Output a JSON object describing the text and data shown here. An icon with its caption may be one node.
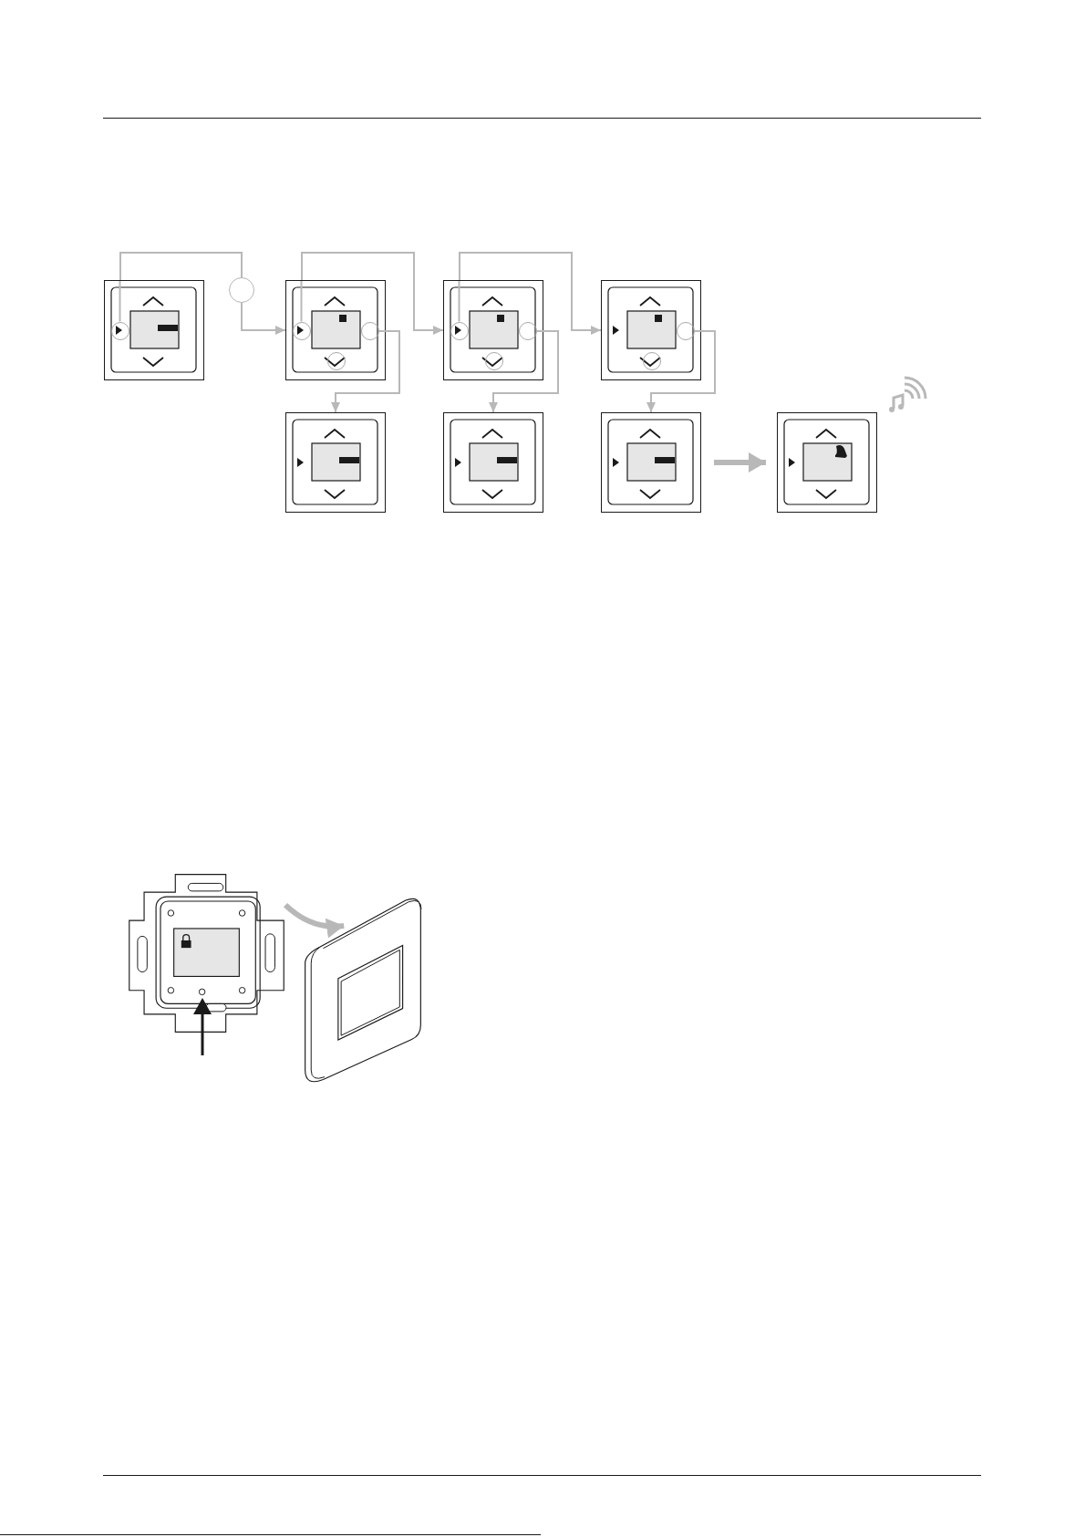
{
  "diagram": {
    "nodes": [
      {
        "text": [],
        "shape": "picture"
      },
      {
        "text": [],
        "shape": "circle",
        "in": 0
      },
      {
        "text": [],
        "shape": "circle"
      },
      {
        "text": [],
        "shape": "picture"
      },
      {
        "text": [],
        "shape": "circle",
        "in": 3
      },
      {
        "text": [],
        "shape": "circle",
        "in": 3
      },
      {
        "text": [],
        "shape": "circle",
        "in": 3
      },
      {
        "text": [],
        "shape": "picture"
      },
      {
        "text": [],
        "shape": "circle",
        "in": 7
      },
      {
        "text": [],
        "shape": "circle",
        "in": 7
      },
      {
        "text": [],
        "shape": "circle",
        "in": 7
      },
      {
        "text": [],
        "shape": "picture"
      },
      {
        "text": [],
        "shape": "circle",
        "in": 11
      },
      {
        "text": [],
        "shape": "circle",
        "in": 11
      },
      {
        "text": [],
        "shape": "picture"
      },
      {
        "text": [],
        "shape": "picture"
      },
      {
        "text": [],
        "shape": "picture"
      },
      {
        "text": [],
        "shape": "picture"
      },
      {
        "text": [],
        "shape": "picture"
      },
      {
        "text": [],
        "shape": "picture"
      }
    ],
    "edges": [
      {
        "from": 0,
        "to": 2,
        "arrow": "none"
      },
      {
        "from": 2,
        "to": 3,
        "arrow": "to"
      },
      {
        "from": 3,
        "to": 7,
        "arrow": "to"
      },
      {
        "from": 7,
        "to": 11,
        "arrow": "to"
      },
      {
        "from": 5,
        "to": 14,
        "arrow": "to"
      },
      {
        "from": 9,
        "to": 15,
        "arrow": "to"
      },
      {
        "from": 12,
        "to": 16,
        "arrow": "to"
      },
      {
        "from": 16,
        "to": 17,
        "arrow": "to",
        "style": "thick"
      },
      {
        "from": 18,
        "to": 19,
        "arrow": "to",
        "style": "thick"
      }
    ]
  }
}
